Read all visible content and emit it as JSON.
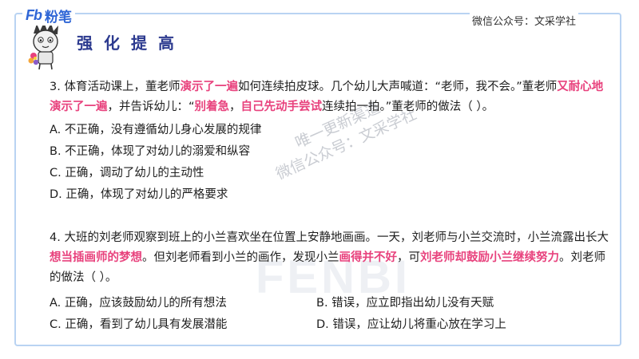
{
  "brand": {
    "mark": "Fb",
    "name": "粉笔"
  },
  "header": {
    "source": "微信公众号：文采学社"
  },
  "section": {
    "title": "强化提高"
  },
  "watermarks": {
    "bg_text": "FENBI",
    "diag_line1": "唯一更新渠道",
    "diag_line2": "微信公众号：文采学社"
  },
  "q3": {
    "parts": [
      "3. 体育活动课上，董老师",
      "演示了一遍",
      "如何连续拍皮球。几个幼儿大声喊道：“老师，我不会。”董老师",
      "又耐心地演示了一遍",
      "，并告诉幼儿：“",
      "别着急",
      "，",
      "自己先动手尝试",
      "连续拍一拍。”董老师的做法（ ）。"
    ],
    "options": [
      "A. 不正确，没有遵循幼儿身心发展的规律",
      "B. 不正确，体现了对幼儿的溺爱和纵容",
      "C. 正确，调动了幼儿的主动性",
      "D. 正确，体现了对幼儿的严格要求"
    ]
  },
  "q4": {
    "parts": [
      "4. 大班的刘老师观察到班上的小兰喜欢坐在位置上安静地画画。一天，刘老师与小兰交流时，小兰流露出长大",
      "想当插画师的梦想",
      "。但刘老师看到小兰的画作，发现小兰",
      "画得并不好",
      "，可",
      "刘老师却鼓励小兰继续努力",
      "。刘老师的做法（ ）。"
    ],
    "options": [
      "A. 正确，应该鼓励幼儿的所有想法",
      "B. 错误，应立即指出幼儿没有天赋",
      "C. 正确，看到了幼儿具有发展潜能",
      "D. 错误，应让幼儿将重心放在学习上"
    ]
  },
  "colors": {
    "highlight": "#e8427d",
    "title": "#2c3a8f",
    "brand": "#2f66d6",
    "frame": "#b9d3f2"
  }
}
